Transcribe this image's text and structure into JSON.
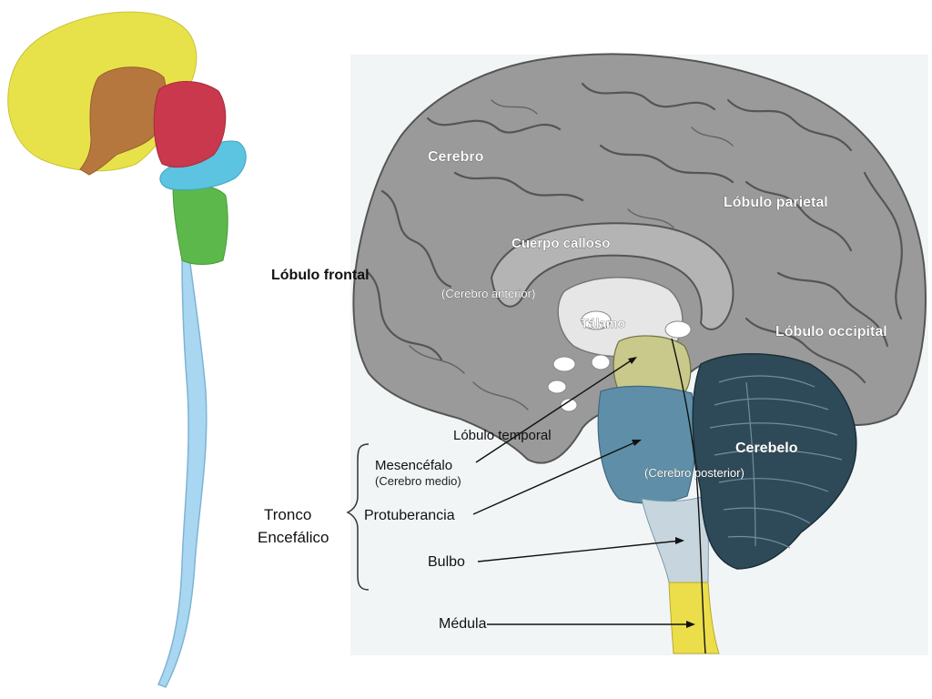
{
  "colors": {
    "cerebrum_yellow": "#e8e24a",
    "diencephalon_brown": "#b5773e",
    "midbrain_red": "#c9384c",
    "pons_cyan": "#5cc3e0",
    "medulla_green": "#5cb84a",
    "spinal_cord_blue": "#a9d6f0",
    "cortex_gray": "#9a9a9a",
    "cerebellum_dark": "#2e4a58",
    "brainstem_blue": "#5f8fa8",
    "spinal_yellow": "#ecde4a"
  },
  "labels": {
    "cerebro": "Cerebro",
    "lobulo_parietal": "Lóbulo parietal",
    "cuerpo_calloso": "Cuerpo calloso",
    "lobulo_frontal": "Lóbulo frontal",
    "cerebro_anterior": "(Cerebro anterior)",
    "talamo": "Tálamo",
    "lobulo_occipital": "Lóbulo occipital",
    "lobulo_temporal": "Lóbulo temporal",
    "mesencefalo": "Mesencéfalo",
    "cerebro_medio": "(Cerebro medio)",
    "cerebelo": "Cerebelo",
    "cerebro_posterior": "(Cerebro posterior)",
    "tronco_1": "Tronco",
    "tronco_2": "Encefálico",
    "protuberancia": "Protuberancia",
    "bulbo": "Bulbo",
    "medula": "Médula"
  }
}
